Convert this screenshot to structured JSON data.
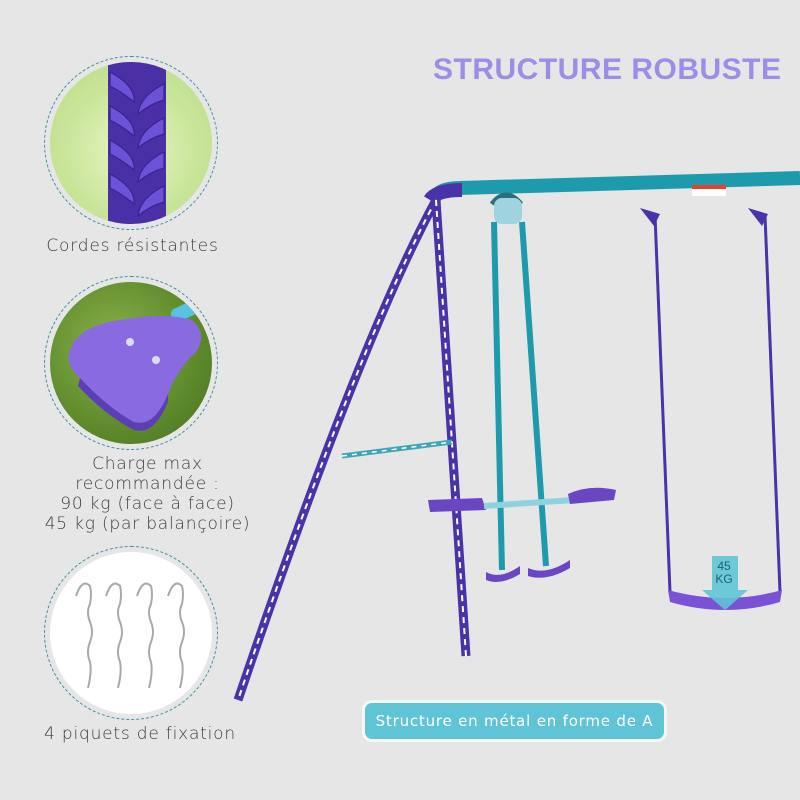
{
  "title": "STRUCTURE ROBUSTE",
  "features": [
    {
      "icon": "braided-rope-image",
      "label_lines": [
        "Cordes résistantes"
      ]
    },
    {
      "icon": "seesaw-seat-image",
      "label_lines": [
        "Charge max",
        "recommandée :",
        "90 kg (face à face)",
        "45 kg (par balançoire)"
      ]
    },
    {
      "icon": "ground-stakes-image",
      "label_lines": [
        "4 piquets de fixation"
      ]
    }
  ],
  "product": {
    "caption": "Structure en métal en forme de A",
    "weight_tag": {
      "value": "45",
      "unit": "KG"
    }
  },
  "colors": {
    "title": "#9b8ee6",
    "background": "#e6e6e6",
    "purple": "#4a33a8",
    "teal": "#1e9aad",
    "caption_bg": "#5fc4d6"
  }
}
